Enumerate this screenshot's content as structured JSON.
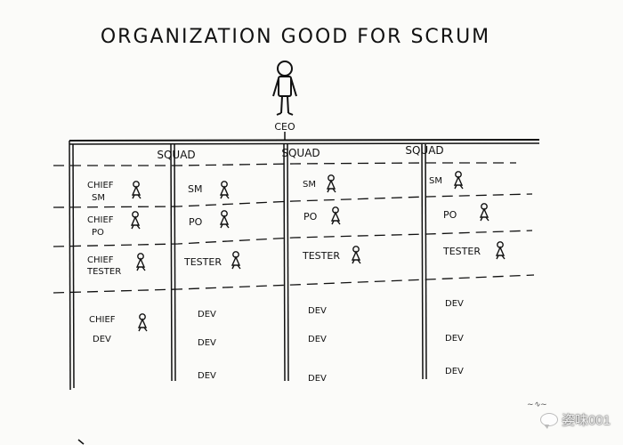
{
  "title": "ORGANIZATION GOOD FOR SCRUM",
  "ceo": {
    "label": "CEO"
  },
  "chief_column": {
    "chief_sm": [
      "CHIEF",
      "SM"
    ],
    "chief_po": [
      "CHIEF",
      "PO"
    ],
    "chief_tester": [
      "CHIEF",
      "TESTER"
    ],
    "chief_dev": [
      "CHIEF",
      "DEV"
    ]
  },
  "squads": [
    {
      "label": "SQUAD",
      "sm": "SM",
      "po": "PO",
      "tester": "TESTER",
      "devs": [
        "DEV",
        "DEV",
        "DEV"
      ]
    },
    {
      "label": "SQUAD",
      "sm": "SM",
      "po": "PO",
      "tester": "TESTER",
      "devs": [
        "DEV",
        "DEV",
        "DEV"
      ]
    },
    {
      "label": "SQUAD",
      "sm": "SM",
      "po": "PO",
      "tester": "TESTER",
      "devs": [
        "DEV",
        "DEV",
        "DEV"
      ]
    }
  ],
  "watermark": "姿味001",
  "icons": {
    "person": "person-icon",
    "stick_figure": "stick-figure-icon",
    "chat": "wechat-bubble-icon"
  },
  "colors": {
    "ink": "#111111",
    "paper": "#fbfbf9"
  }
}
